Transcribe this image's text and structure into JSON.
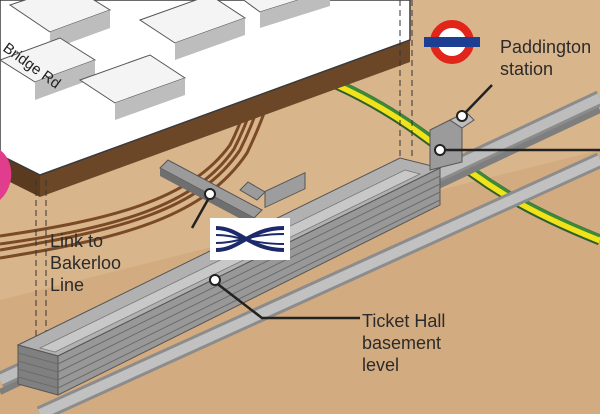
{
  "labels": {
    "paddington_station": "Paddington\nstation",
    "link_bakerloo": "Link to\nBakerloo\nLine",
    "ticket_hall": "Ticket Hall\nbasement\nlevel",
    "street": "Bridge Rd"
  },
  "icons": {
    "underground": "london-underground-roundel-icon",
    "crossrail": "crossrail-logo-icon"
  },
  "colors": {
    "ground": "#d9b58c",
    "ground_dark": "#c89b6d",
    "surface": "#ffffff",
    "building": "#f1f1f1",
    "building_shadow": "#b9b9b9",
    "tunnel_grey": "#a7a7a7",
    "tunnel_brown": "#7a4a26",
    "line_yellow": "#f2e21a",
    "line_green": "#3a8a3a",
    "roundel_red": "#e1251b",
    "roundel_blue": "#1c3f94",
    "crossrail_navy": "#1c2a6b"
  }
}
